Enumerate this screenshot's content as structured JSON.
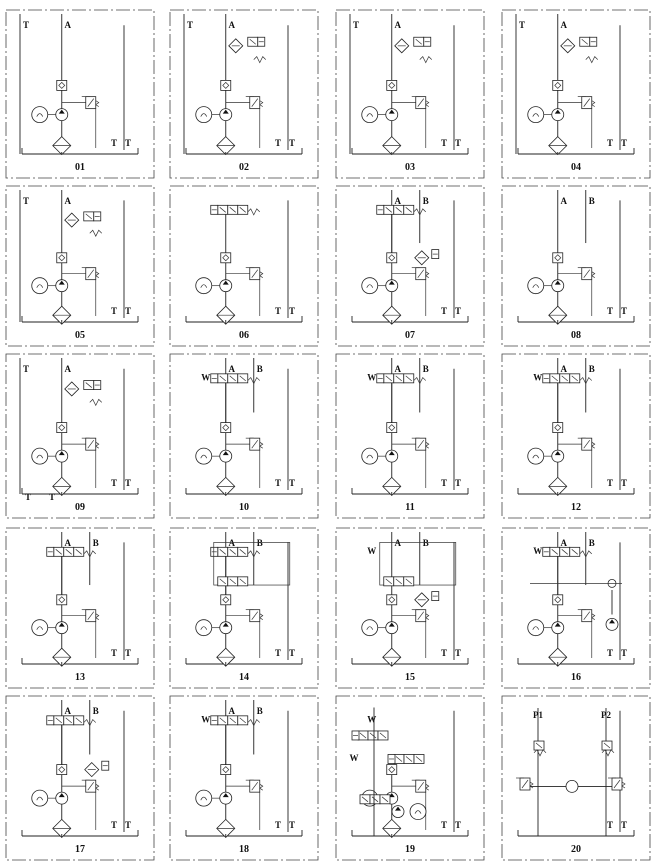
{
  "panels": [
    {
      "number": "01",
      "labels": {
        "a": "A",
        "t_top": "T",
        "t1": "T",
        "t2": "T"
      }
    },
    {
      "number": "02",
      "labels": {
        "a": "A",
        "t_top": "T",
        "t1": "T",
        "t2": "T"
      }
    },
    {
      "number": "03",
      "labels": {
        "a": "A",
        "t_top": "T",
        "t1": "T",
        "t2": "T"
      }
    },
    {
      "number": "04",
      "labels": {
        "a": "A",
        "t_top": "T",
        "t1": "T",
        "t2": "T"
      }
    },
    {
      "number": "05",
      "labels": {
        "a": "A",
        "t_top": "T",
        "t1": "T",
        "t2": "T"
      }
    },
    {
      "number": "06",
      "labels": {
        "a": "",
        "t_top": "",
        "t1": "T",
        "t2": "T"
      }
    },
    {
      "number": "07",
      "labels": {
        "a": "A",
        "b": "B",
        "t1": "T",
        "t2": "T"
      }
    },
    {
      "number": "08",
      "labels": {
        "a": "A",
        "b": "B",
        "t1": "T",
        "t2": "T"
      }
    },
    {
      "number": "09",
      "labels": {
        "a": "A",
        "t_top": "T",
        "t1": "T",
        "t2": "T",
        "t3": "T",
        "t4": "T"
      }
    },
    {
      "number": "10",
      "labels": {
        "a": "A",
        "b": "B",
        "w": "W",
        "t1": "T",
        "t2": "T"
      }
    },
    {
      "number": "11",
      "labels": {
        "a": "A",
        "b": "B",
        "w": "W",
        "t1": "T",
        "t2": "T"
      }
    },
    {
      "number": "12",
      "labels": {
        "a": "A",
        "b": "B",
        "w": "W",
        "t1": "T",
        "t2": "T"
      }
    },
    {
      "number": "13",
      "labels": {
        "a": "A",
        "b": "B",
        "t1": "T",
        "t2": "T"
      }
    },
    {
      "number": "14",
      "labels": {
        "a": "A",
        "b": "B",
        "t1": "T",
        "t2": "T"
      }
    },
    {
      "number": "15",
      "labels": {
        "a": "A",
        "b": "B",
        "w": "W",
        "t1": "T",
        "t2": "T"
      }
    },
    {
      "number": "16",
      "labels": {
        "a": "A",
        "b": "B",
        "w": "W",
        "t1": "T",
        "t2": "T"
      }
    },
    {
      "number": "17",
      "labels": {
        "a": "A",
        "b": "B",
        "t1": "T",
        "t2": "T"
      }
    },
    {
      "number": "18",
      "labels": {
        "a": "A",
        "b": "B",
        "w": "W",
        "t1": "T",
        "t2": "T"
      }
    },
    {
      "number": "19",
      "labels": {
        "w": "W",
        "t1": "T",
        "t2": "T"
      }
    },
    {
      "number": "20",
      "labels": {
        "p1": "P1",
        "p2": "P2",
        "t1": "T",
        "t2": "T"
      }
    }
  ]
}
